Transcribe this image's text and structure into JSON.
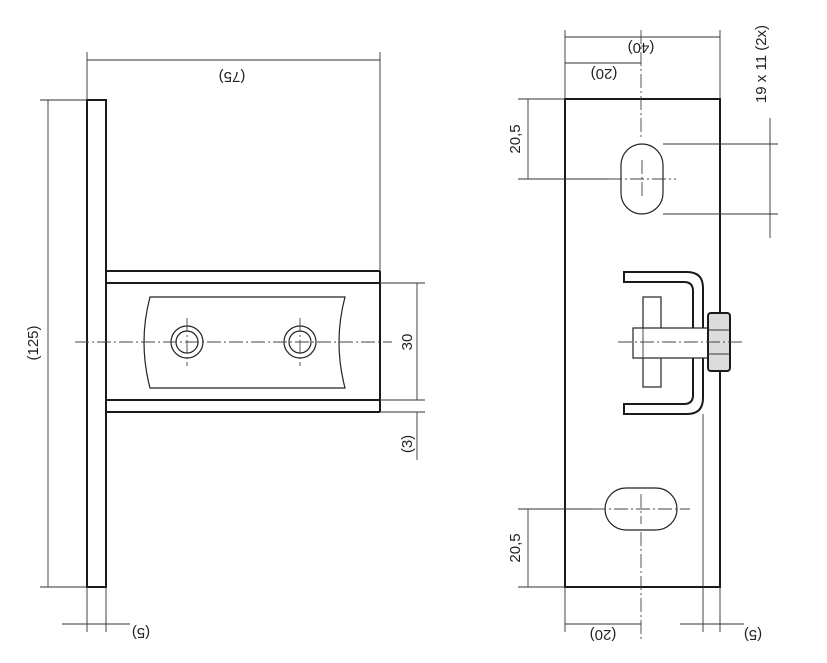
{
  "left_view": {
    "dim_width_top": "(75)",
    "dim_height_left": "(125)",
    "dim_channel_height": "30",
    "dim_channel_gap": "(3)",
    "dim_plate_thickness": "(5)"
  },
  "right_view": {
    "dim_slot": "19 x 11 (2x)",
    "dim_width_top": "(40)",
    "dim_half_width_top": "(20)",
    "dim_slot_offset_top": "20,5",
    "dim_slot_offset_bottom": "20,5",
    "dim_half_width_bottom": "(20)",
    "dim_thickness_bottom": "(5)"
  },
  "colors": {
    "line": "#222222",
    "background": "#ffffff",
    "shade": "#dcdcdc"
  }
}
